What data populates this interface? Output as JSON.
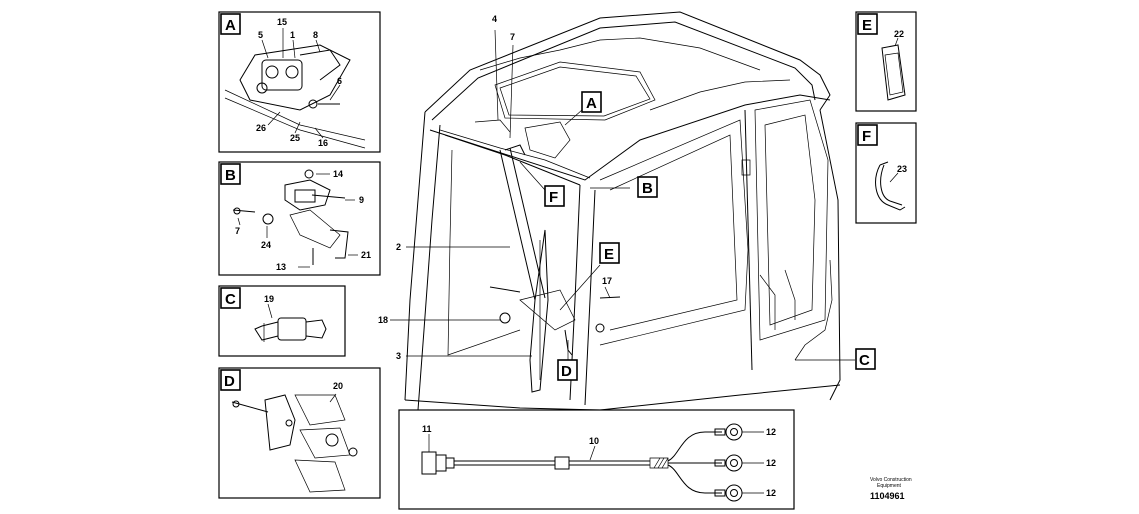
{
  "view_labels": {
    "A": "A",
    "B": "B",
    "C": "C",
    "D": "D",
    "E": "E",
    "F": "F"
  },
  "parts": {
    "p1": "1",
    "p2": "2",
    "p3": "3",
    "p4": "4",
    "p5": "5",
    "p6": "6",
    "p7": "7",
    "p8": "8",
    "p9": "9",
    "p10": "10",
    "p11": "11",
    "p12": "12",
    "p13": "13",
    "p14": "14",
    "p15": "15",
    "p16": "16",
    "p17": "17",
    "p18": "18",
    "p19": "19",
    "p20": "20",
    "p21": "21",
    "p22": "22",
    "p23": "23",
    "p24": "24",
    "p25": "25",
    "p26": "26"
  },
  "footer": {
    "brand_line1": "Volvo Construction",
    "brand_line2": "Equipment",
    "drawing_number": "1104961"
  }
}
